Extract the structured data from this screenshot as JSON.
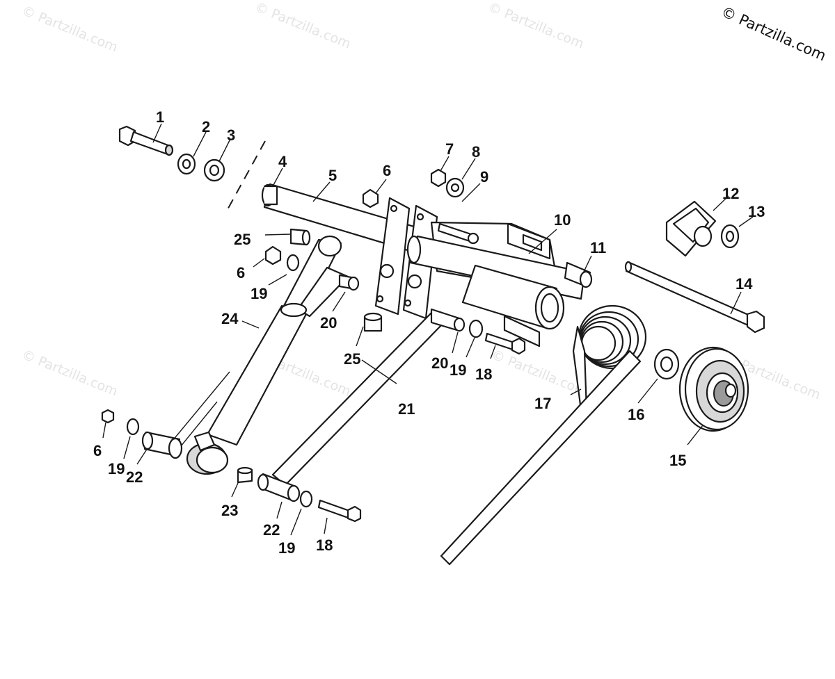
{
  "copyright": "© Partzilla.com",
  "watermark": "© Partzilla.com",
  "labels": {
    "p1": "1",
    "p2": "2",
    "p3": "3",
    "p4": "4",
    "p5": "5",
    "p6a": "6",
    "p6b": "6",
    "p6c": "6",
    "p7": "7",
    "p8": "8",
    "p9": "9",
    "p10": "10",
    "p11": "11",
    "p12": "12",
    "p13": "13",
    "p14": "14",
    "p15": "15",
    "p16": "16",
    "p17": "17",
    "p18a": "18",
    "p18b": "18",
    "p19a": "19",
    "p19b": "19",
    "p19c": "19",
    "p19d": "19",
    "p20a": "20",
    "p20b": "20",
    "p21": "21",
    "p22a": "22",
    "p22b": "22",
    "p23": "23",
    "p24": "24",
    "p25a": "25",
    "p25b": "25"
  }
}
